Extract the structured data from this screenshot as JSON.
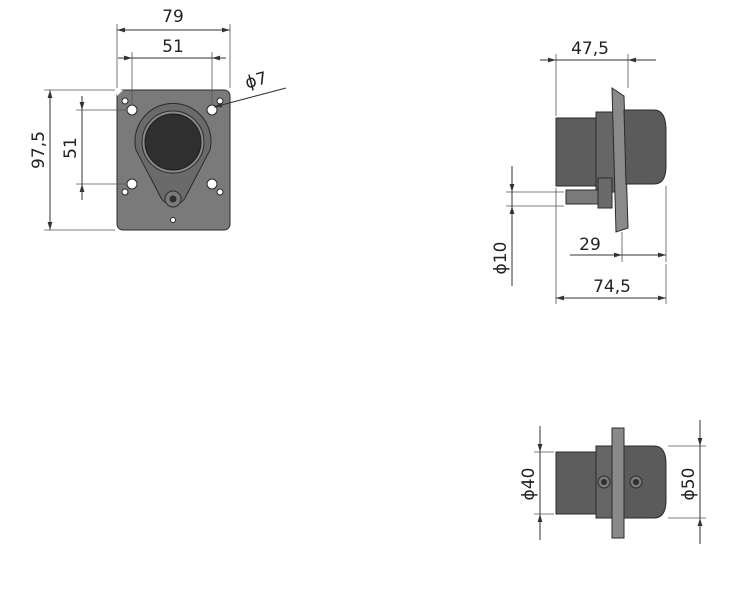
{
  "front_view": {
    "width_total": "79",
    "width_holes": "51",
    "height_total": "97,5",
    "height_holes": "51",
    "hole_diameter": "ϕ7"
  },
  "side_view": {
    "flange_to_end": "47,5",
    "shaft_diameter": "ϕ10",
    "flange_to_front": "29",
    "overall_length": "74,5"
  },
  "bottom_view": {
    "diameter_small": "ϕ40",
    "diameter_large": "ϕ50"
  },
  "colors": {
    "body": "#5a5a5a",
    "plate": "#7a7a7a",
    "lines": "#333333"
  }
}
